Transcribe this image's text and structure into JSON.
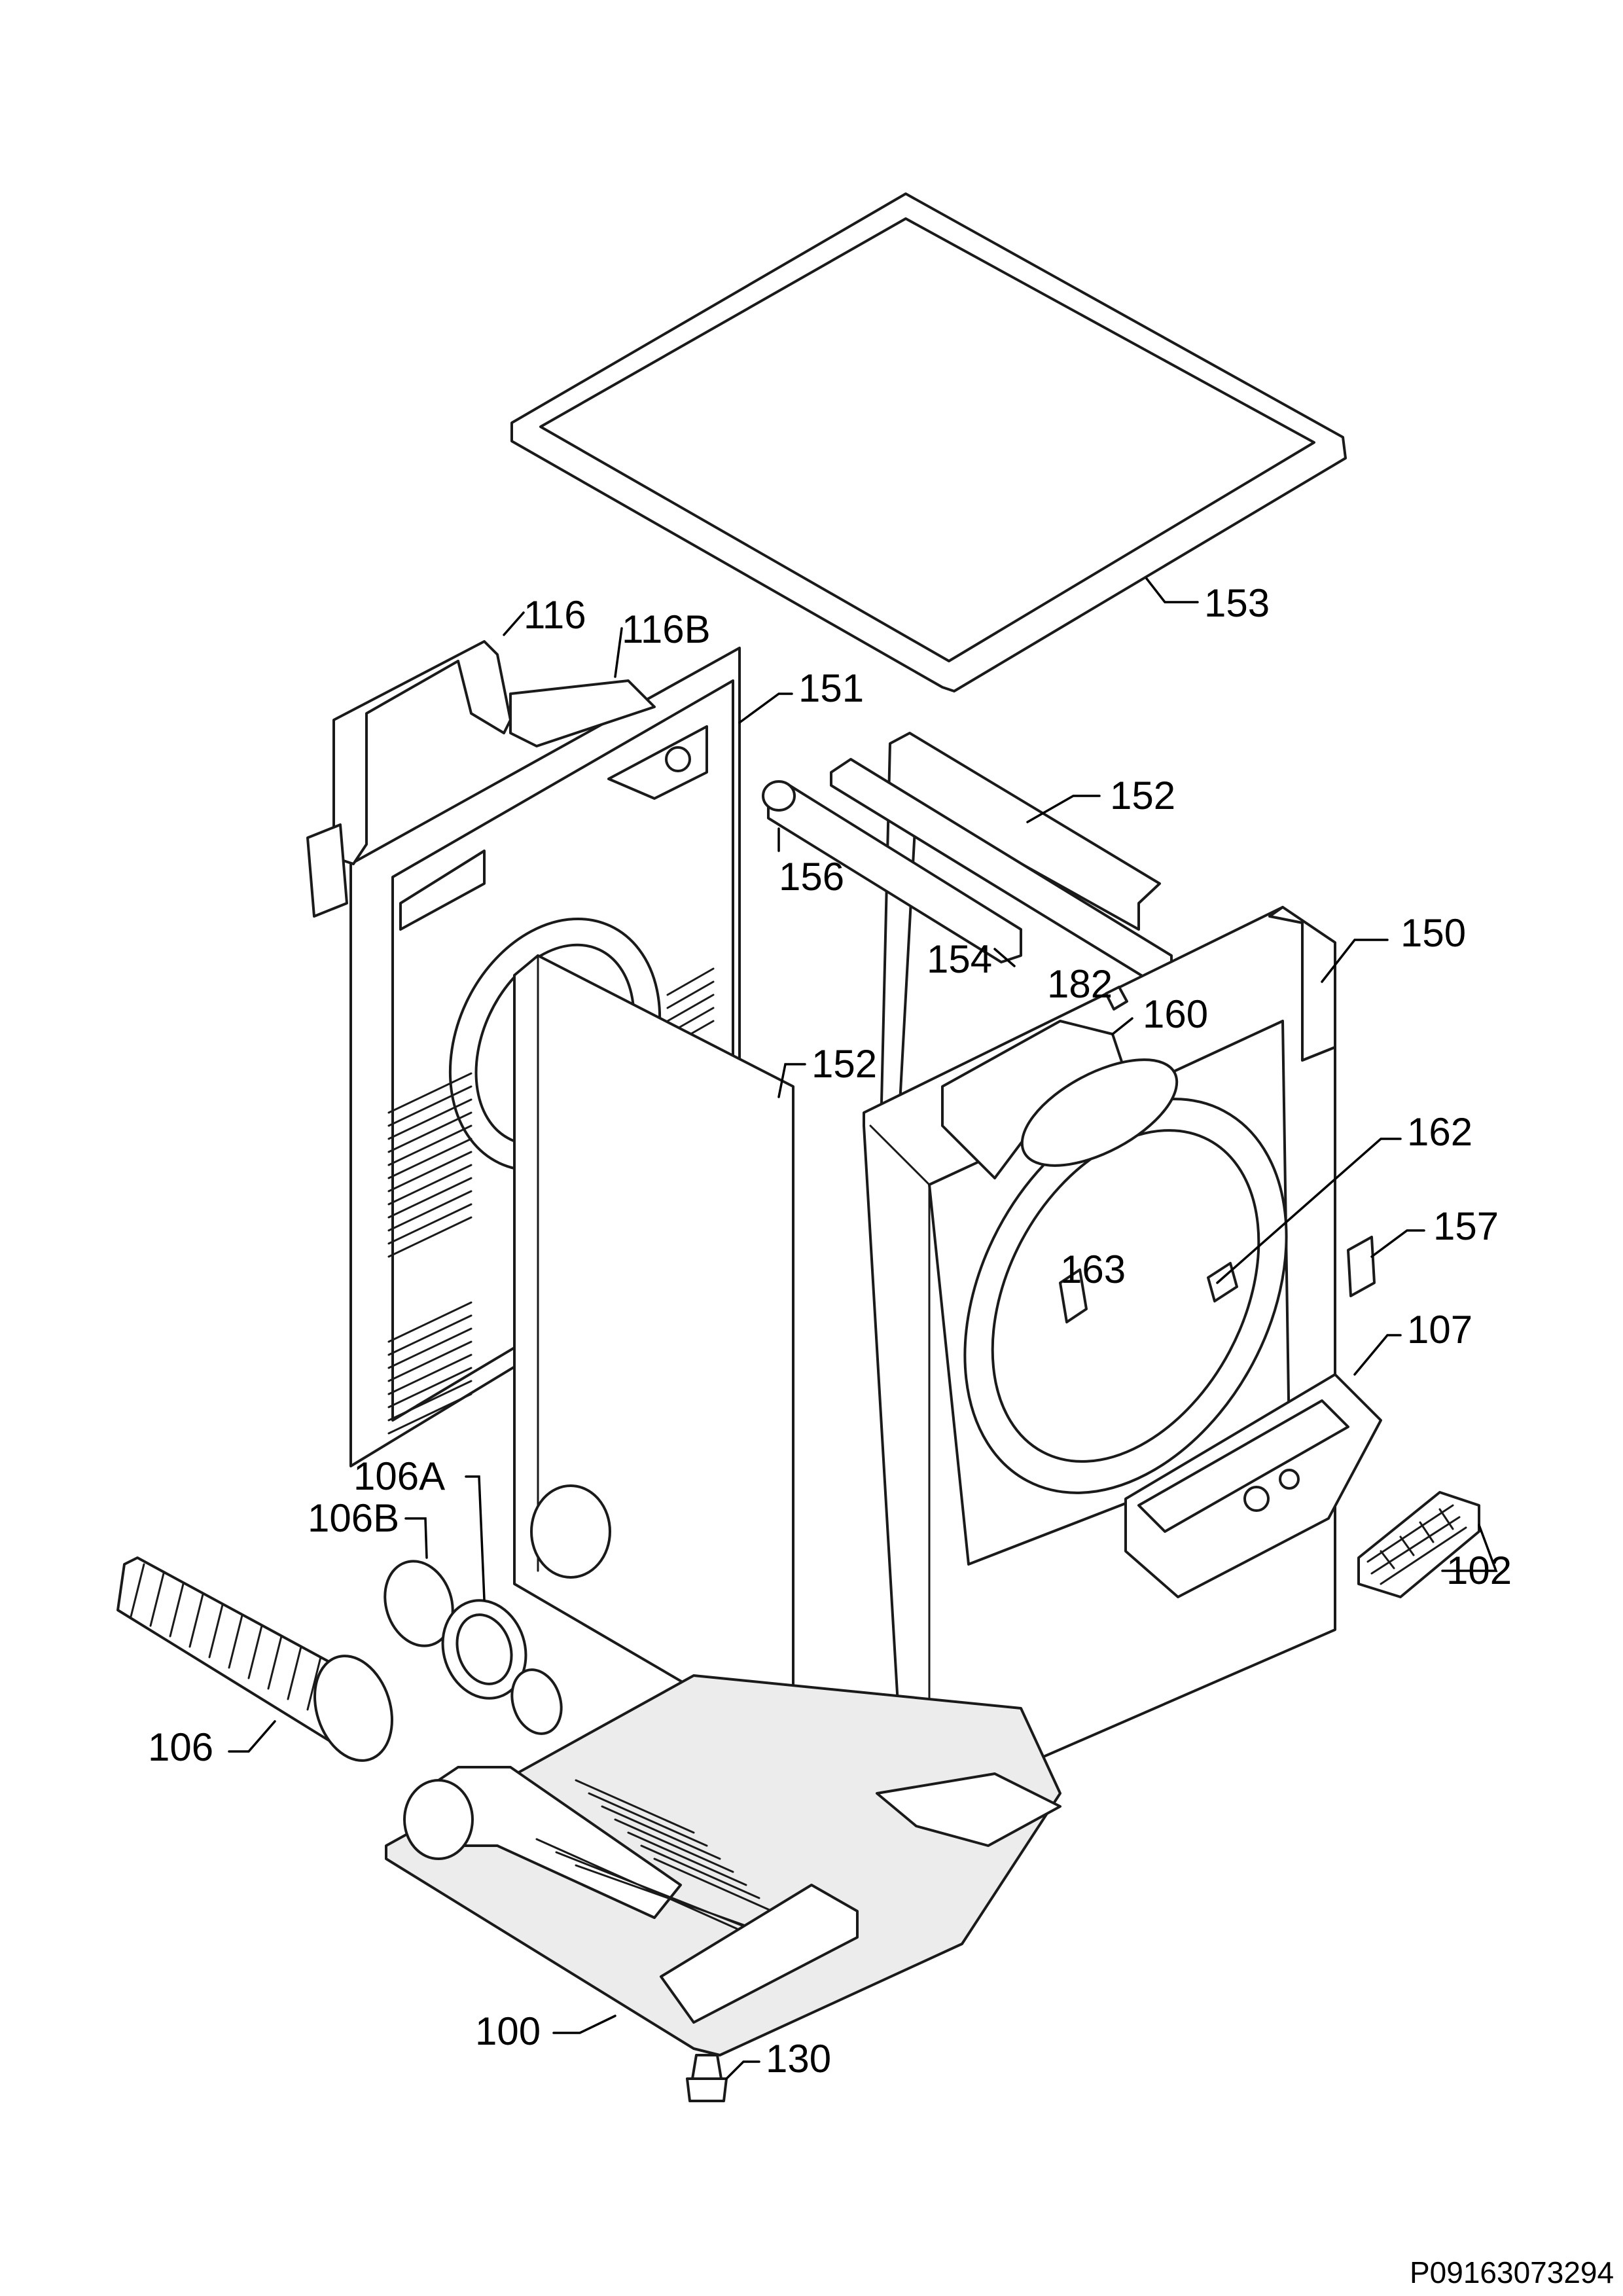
{
  "diagram": {
    "document_code": "P09163073294",
    "callouts": {
      "c100": "100",
      "c102": "102",
      "c106": "106",
      "c106A": "106A",
      "c106B": "106B",
      "c107": "107",
      "c116": "116",
      "c116B": "116B",
      "c130": "130",
      "c150": "150",
      "c151": "151",
      "c152a": "152",
      "c152b": "152",
      "c153": "153",
      "c154": "154",
      "c156": "156",
      "c157": "157",
      "c160": "160",
      "c162": "162",
      "c163": "163",
      "c182": "182"
    }
  }
}
